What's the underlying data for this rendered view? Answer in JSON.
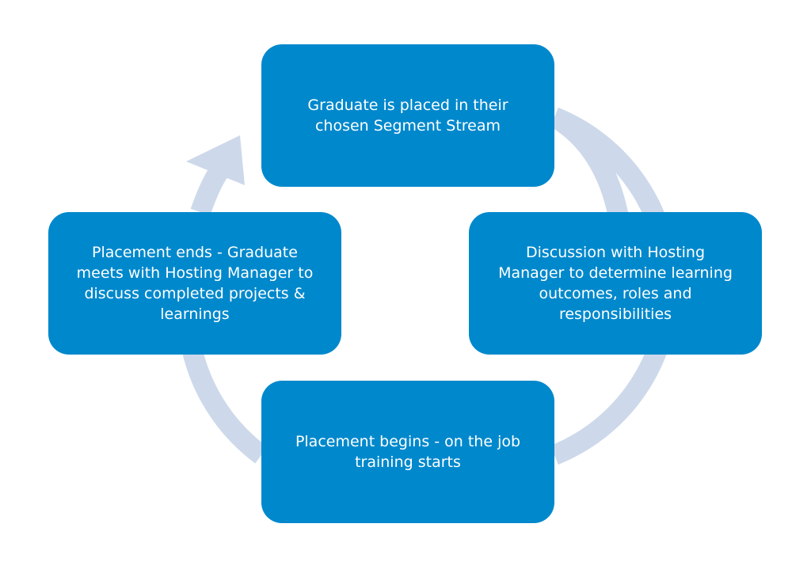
{
  "diagram": {
    "type": "cycle",
    "arrow_color": "#cdd9ea",
    "box_color": "#0088cc",
    "text_color": "#ffffff",
    "steps": [
      {
        "id": "top",
        "text": "Graduate is placed in their\nchosen Segment Stream"
      },
      {
        "id": "right",
        "text": "Discussion with Hosting\nManager to determine learning\noutcomes, roles and\nresponsibilities"
      },
      {
        "id": "bottom",
        "text": "Placement begins - on the job\ntraining starts"
      },
      {
        "id": "left",
        "text": "Placement ends - Graduate\nmeets with Hosting Manager to\ndiscuss completed projects &\nlearnings"
      }
    ]
  }
}
